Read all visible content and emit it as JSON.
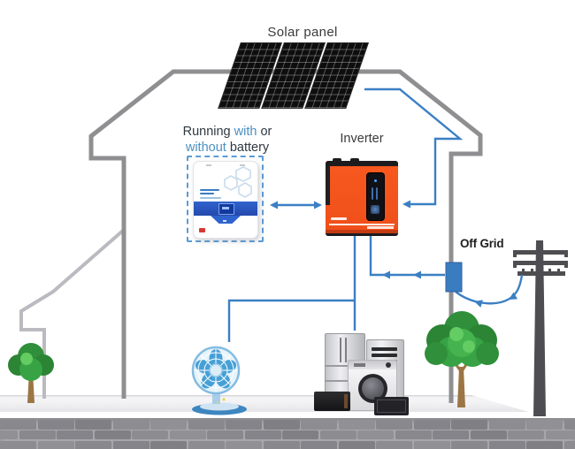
{
  "labels": {
    "solar_panel": "Solar panel",
    "inverter": "Inverter",
    "off_grid": "Off Grid",
    "running": {
      "part1": "Running ",
      "part2": "with",
      "part3": " or",
      "part4": "without",
      "part5": " battery"
    }
  },
  "colors": {
    "wire_blue": "#3b7fc4",
    "highlight_text_blue": "#4a90c2",
    "label_text": "#3a3a3c",
    "off_grid_text": "#1f1f1f",
    "house_outline_gray": "#8f8f92",
    "lean_to_outline_gray": "#babac0",
    "inverter_orange": "#f4551f",
    "inverter_band_red": "#c23b12",
    "battery_band_blue": "#2f63cd",
    "meter_box_blue": "#3a7cc0",
    "solar_panel_black": "#0e0e0f",
    "pole_gray": "#4e4e52",
    "tree_green": "#37a344",
    "trunk_brown": "#9c7544",
    "fan_blue": "#46a0d6",
    "sidewalk_gray": "#f4f4f6",
    "brick_wall_mortar": "#a6a6ab",
    "brick_colors": [
      "#88888d",
      "#7f7f84",
      "#909095",
      "#84848a",
      "#8c8c91"
    ]
  },
  "icons": {
    "solar_panel_array": "three-tilted-pv-panels",
    "battery_unit": "wall-mounted-battery-dashed-outline",
    "inverter_unit": "orange-hybrid-inverter",
    "meter_box": "blue-junction-box",
    "utility_pole": "three-crossarm-power-pole",
    "desk_fan": "blue-desk-fan",
    "appliances": "fridge-washer-tower-cluster",
    "tree_left": "small-green-tree",
    "tree_right": "large-green-tree",
    "flow_arrows": "blue-energy-flow-arrows"
  }
}
